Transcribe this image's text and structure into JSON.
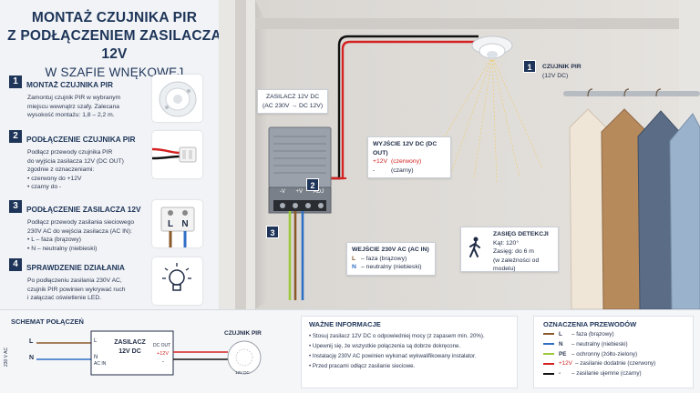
{
  "title": {
    "line1": "MONTAŻ CZUJNIKA PIR",
    "line2": "Z PODŁĄCZENIEM ZASILACZA 12V",
    "line3": "W SZAFIE WNĘKOWEJ"
  },
  "steps": [
    {
      "num": "1",
      "title": "MONTAŻ CZUJNIKA PIR",
      "lines": [
        "Zamontuj czujnik PIR w wybranym",
        "miejscu wewnątrz szafy. Zalecana",
        "wysokość montażu: 1,8 – 2,2 m."
      ]
    },
    {
      "num": "2",
      "title": "PODŁĄCZENIE CZUJNIKA PIR",
      "lines": [
        "Podłącz przewody czujnika PIR",
        "do wyjścia zasilacza 12V (DC OUT)",
        "zgodnie z oznaczeniami:",
        "• czerwony do +12V",
        "• czarny do -"
      ]
    },
    {
      "num": "3",
      "title": "PODŁĄCZENIE ZASILACZA 12V",
      "lines": [
        "Podłącz przewody zasilania sieciowego",
        "230V AC do wejścia zasilacza (AC IN):",
        "• L – faza (brązowy)",
        "• N – neutralny (niebieski)"
      ]
    },
    {
      "num": "4",
      "title": "SPRAWDZENIE DZIAŁANIA",
      "lines": [
        "Po podłączeniu zasilania 230V AC,",
        "czujnik PIR powinien wykrywać ruch",
        "i załączać oświetlenie LED."
      ]
    }
  ],
  "step_images": {
    "terminal_l": "L",
    "terminal_n": "N"
  },
  "scene": {
    "psu_label": {
      "line1": "ZASILACZ 12V DC",
      "line2": "(AC 230V → DC 12V)"
    },
    "psu_terminals": [
      "-V",
      "+V",
      "ADJ"
    ],
    "sensor_label": {
      "line1": "CZUJNIK PIR",
      "line2": "(12V DC)"
    },
    "output_label": {
      "title": "WYJŚCIE 12V DC (DC OUT)",
      "plus": "+12V",
      "plus_desc": "(czerwony)",
      "minus": "-",
      "minus_desc": "(czarny)"
    },
    "input_label": {
      "title": "WEJŚCIE 230V AC (AC IN)",
      "l": "L",
      "l_desc": "– faza (brązowy)",
      "n": "N",
      "n_desc": "– neutralny (niebieski)"
    },
    "range_label": {
      "title": "ZASIĘG DETEKCJI",
      "angle": "Kąt: 120°",
      "range": "Zasięg: do 6 m",
      "note": "(w zależności od modelu)"
    },
    "badges": {
      "sensor": "1",
      "output": "2",
      "input": "3"
    }
  },
  "schematic": {
    "title": "SCHEMAT POŁĄCZEŃ",
    "side_label": "230 V AC",
    "line_l": "L",
    "line_n": "N",
    "psu_name": "ZASILACZ",
    "psu_voltage": "12V DC",
    "psu_l": "L",
    "psu_n": "N",
    "psu_acin": "AC IN",
    "psu_dcout": "DC OUT",
    "psu_plus": "+12V",
    "psu_minus": "-",
    "sensor_title": "CZUJNIK PIR",
    "sensor_mark": "12V DC"
  },
  "info": {
    "title": "WAŻNE INFORMACJE",
    "items": [
      "Stosuj zasilacz 12V DC o odpowiedniej mocy (z zapasem min. 20%).",
      "Upewnij się, że wszystkie połączenia są dobrze dokręcone.",
      "Instalację 230V AC powinien wykonać wykwalifikowany instalator.",
      "Przed pracami odłącz zasilanie sieciowe."
    ]
  },
  "legend": {
    "title": "OZNACZENIA PRZEWODÓW",
    "rows": [
      {
        "key": "L",
        "desc": "– faza (brązowy)",
        "color": "#8b5a2b"
      },
      {
        "key": "N",
        "desc": "– neutralny (niebieski)",
        "color": "#2f6fc4"
      },
      {
        "key": "PE",
        "desc": "– ochronny (żółto-zielony)",
        "color": "#9bc93a"
      },
      {
        "key": "+12V",
        "desc": "– zasilanie dodatnie (czerwony)",
        "color": "#d42222"
      },
      {
        "key": "-",
        "desc": "– zasilanie ujemne (czarny)",
        "color": "#111111"
      }
    ]
  },
  "colors": {
    "navy": "#1e3559",
    "red": "#d42222",
    "brown": "#8b5a2b",
    "blue": "#2f6fc4",
    "black": "#111111"
  }
}
